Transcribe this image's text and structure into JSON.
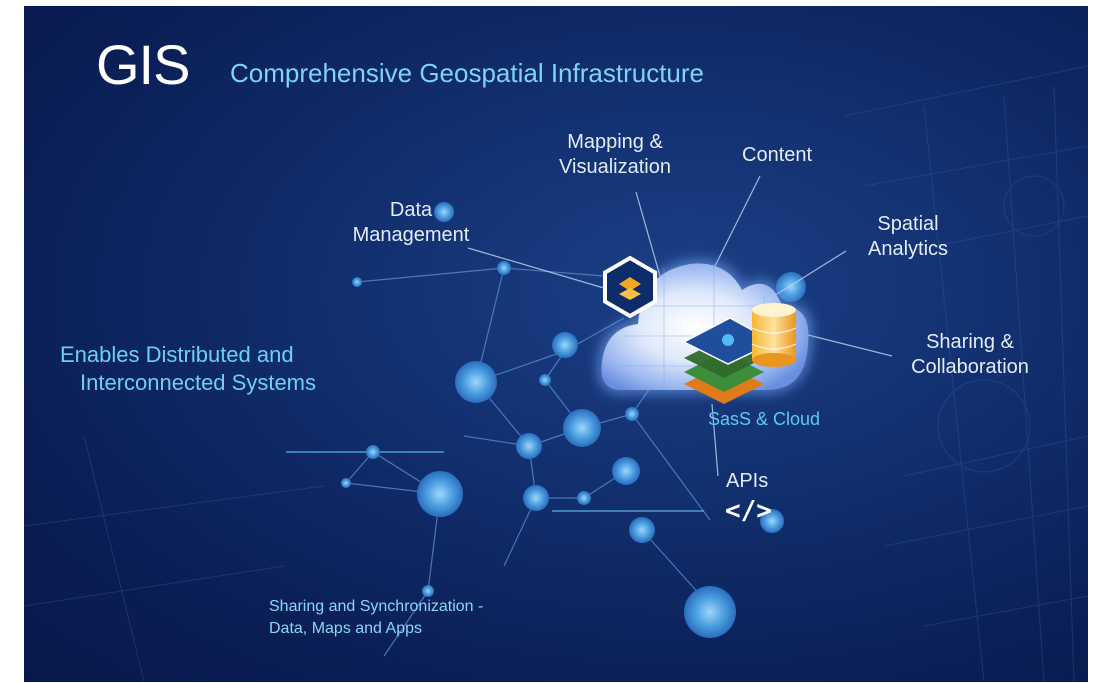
{
  "title": {
    "main": "GIS",
    "subtitle": "Comprehensive Geospatial Infrastructure"
  },
  "capabilities": {
    "mapping": [
      "Mapping &",
      "Visualization"
    ],
    "content": "Content",
    "data_management": [
      "Data",
      "Management"
    ],
    "spatial_analytics": [
      "Spatial",
      "Analytics"
    ],
    "sharing_collaboration": [
      "Sharing &",
      "Collaboration"
    ],
    "apis": "APIs"
  },
  "cloud_label": "SasS & Cloud",
  "network_caption": [
    "Enables Distributed and",
    "Interconnected Systems"
  ],
  "sync_caption": [
    "Sharing and Synchronization -",
    "Data, Maps and Apps"
  ],
  "icons": {
    "layers": "layers-icon",
    "database": "database-icon",
    "code": "code-icon",
    "cloud": "cloud-icon"
  },
  "colors": {
    "background": "#0b2058",
    "accent": "#6ecff5",
    "node": "#4c9fe0",
    "hexagon_icon": "#f5a623"
  }
}
